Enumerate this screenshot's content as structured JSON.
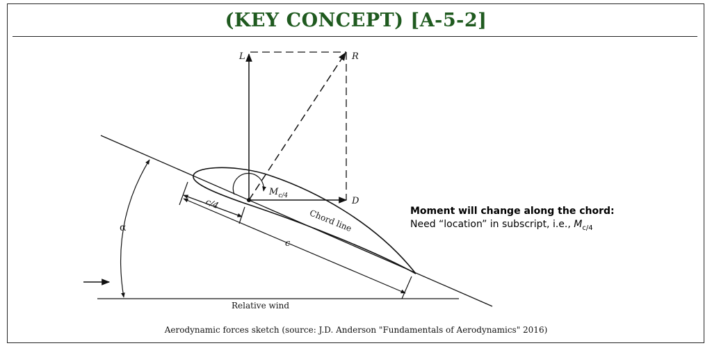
{
  "title": "(KEY CONCEPT) [A-5-2]",
  "diagram": {
    "labels": {
      "lift": "L",
      "resultant": "R",
      "drag": "D",
      "moment": "M",
      "moment_sub": "c/4",
      "quarter_chord": "c/4",
      "chord": "c",
      "chord_line": "Chord line",
      "alpha": "α",
      "relative_wind": "Relative wind"
    }
  },
  "note": {
    "heading": "Moment will change along the chord:",
    "line_prefix": "Need “location” in subscript, i.e., ",
    "symbol": "M",
    "symbol_sub": "c/4"
  },
  "caption": "Aerodynamic forces sketch (source: J.D. Anderson \"Fundamentals of Aerodynamics\" 2016)"
}
